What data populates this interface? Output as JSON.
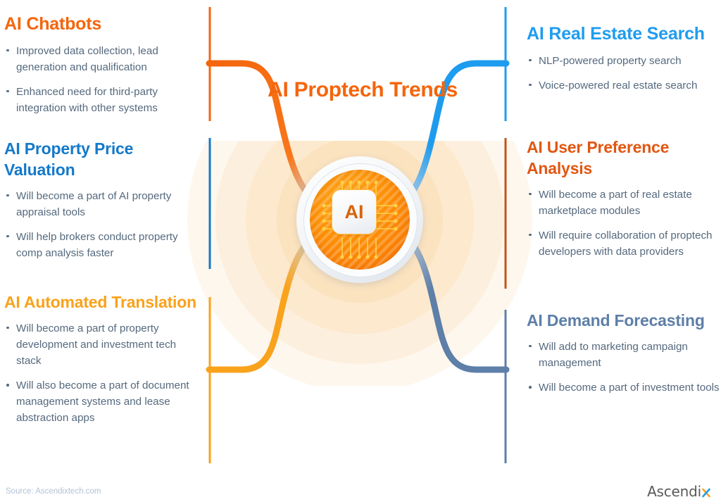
{
  "center": {
    "title": "AI Proptech Trends",
    "chip_label": "AI"
  },
  "footer": {
    "source": "Source: Ascendixtech.com",
    "logo_text": "Ascendi",
    "logo_mark": "x"
  },
  "colors": {
    "orange": "#f4650c",
    "blue": "#1479c9",
    "amber": "#f9a21b",
    "bright_blue": "#1e9cf0",
    "rust": "#c0551a",
    "slate": "#5d7fa8",
    "body_text": "#55697e"
  },
  "blocks": {
    "chatbots": {
      "heading": "AI Chatbots",
      "color": "#f4650c",
      "bullets": [
        "Improved data collection, lead generation and qualification",
        "Enhanced need for third-party integration with other systems"
      ]
    },
    "valuation": {
      "heading": "AI Property Price Valuation",
      "color": "#1479c9",
      "bullets": [
        "Will become a part of AI property appraisal tools",
        "Will help brokers conduct property comp analysis faster"
      ]
    },
    "translation": {
      "heading": "AI Automated Translation",
      "color": "#f9a21b",
      "bullets": [
        "Will become a part of property development and investment tech stack",
        "Will also become a part of document management systems and lease abstraction apps"
      ]
    },
    "search": {
      "heading": "AI Real Estate Search",
      "color": "#1e9cf0",
      "bullets": [
        "NLP-powered property search",
        "Voice-powered real estate search"
      ]
    },
    "preference": {
      "heading": "AI User Preference Analysis",
      "color": "#e25611",
      "bullets": [
        "Will become a part of real estate marketplace modules",
        "Will require collaboration of proptech developers with data providers"
      ]
    },
    "forecast": {
      "heading": "AI Demand Forecasting",
      "color": "#5d7fa8",
      "bullets": [
        "Will add to marketing campaign management",
        "Will become a part of investment tools"
      ]
    }
  }
}
